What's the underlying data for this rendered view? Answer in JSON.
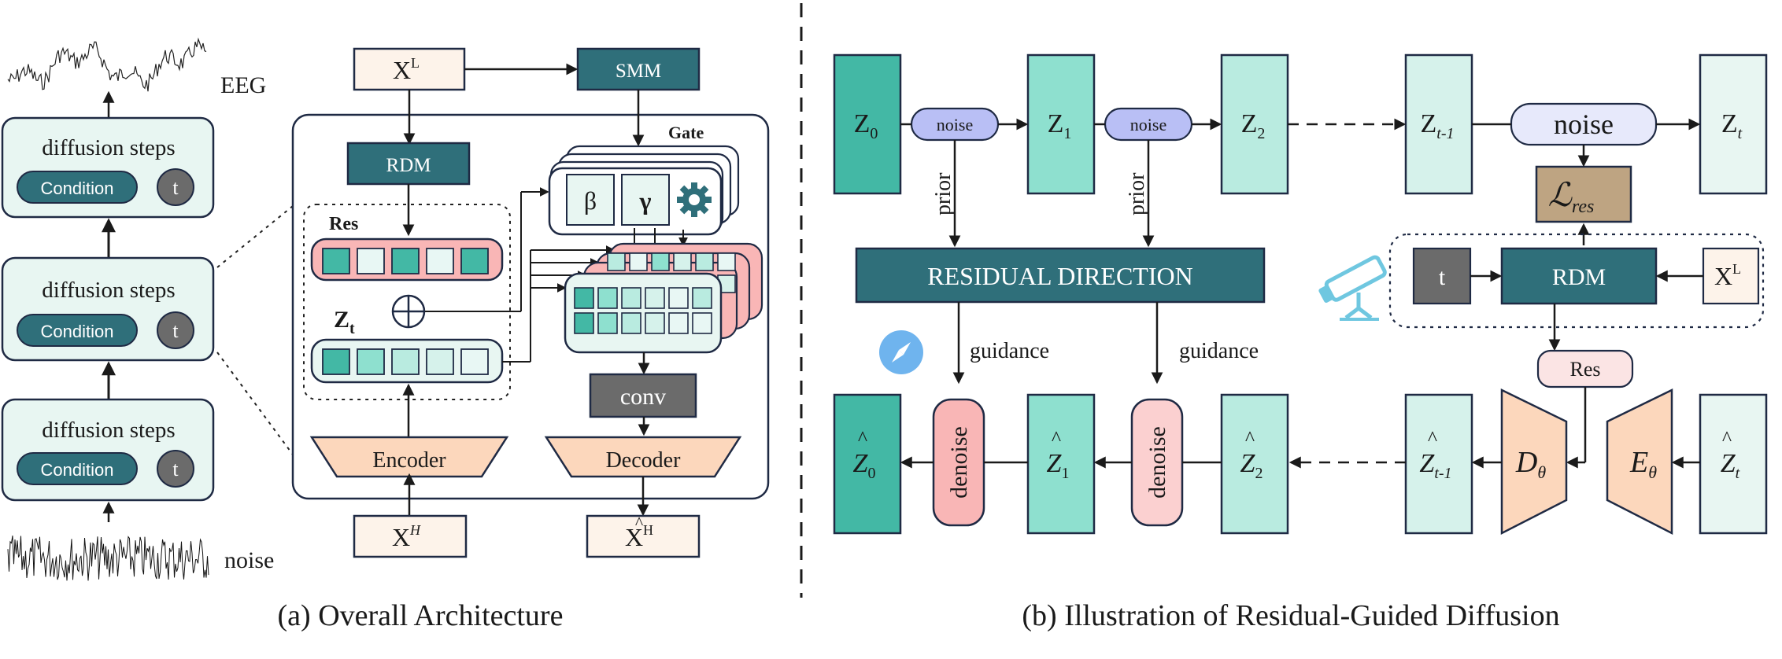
{
  "panel_a": {
    "caption": "(a) Overall Architecture",
    "eeg_label": "EEG",
    "noise_label": "noise",
    "steps": [
      {
        "title": "diffusion steps",
        "condition": "Condition",
        "t": "t"
      },
      {
        "title": "diffusion steps",
        "condition": "Condition",
        "t": "t"
      },
      {
        "title": "diffusion steps",
        "condition": "Condition",
        "t": "t"
      }
    ],
    "inner": {
      "xl": "X",
      "xl_sup": "L",
      "smm": "SMM",
      "gate": "Gate",
      "rdm": "RDM",
      "res": "Res",
      "zt": "Z",
      "zt_sub": "t",
      "beta": "β",
      "gamma": "γ",
      "conv": "conv",
      "encoder": "Encoder",
      "decoder": "Decoder",
      "xh": "X",
      "xh_sup": "H",
      "xhat": "X",
      "xhat_sup": "H",
      "oplus": "⊕"
    }
  },
  "panel_b": {
    "caption": "(b) Illustration of Residual-Guided Diffusion",
    "z": "Z",
    "z0_sub": "0",
    "z1_sub": "1",
    "z2_sub": "2",
    "zt1_sub": "t-1",
    "zt_sub": "t",
    "noise": "noise",
    "prior": "prior",
    "residual_direction": "RESIDUAL DIRECTION",
    "loss": "ℒ",
    "loss_sub": "res",
    "t": "t",
    "rdm": "RDM",
    "xl": "X",
    "xl_sup": "L",
    "res": "Res",
    "guidance": "guidance",
    "denoise": "denoise",
    "hat": "^",
    "d_theta": "D",
    "e_theta": "E",
    "theta": "θ"
  },
  "colors": {
    "dark_teal": "#2f6f7a",
    "teal_mid": "#43b8a5",
    "teal_light": "#8ee0cf",
    "teal_pale": "#b9ebe0",
    "teal_faint": "#d6f2eb",
    "cell_faint": "#e8f7f4",
    "pink": "#f9b6b6",
    "pink_light": "#fbd0d0",
    "peach": "#fcd7bc",
    "cream": "#fdf3ea",
    "tan": "#bea482",
    "grey": "#6b6b6b",
    "lavender": "#b9bff5",
    "lavender_pale": "#e7e9fb",
    "sky": "#6fc7e0",
    "step_bg": "#e8f6f2"
  }
}
